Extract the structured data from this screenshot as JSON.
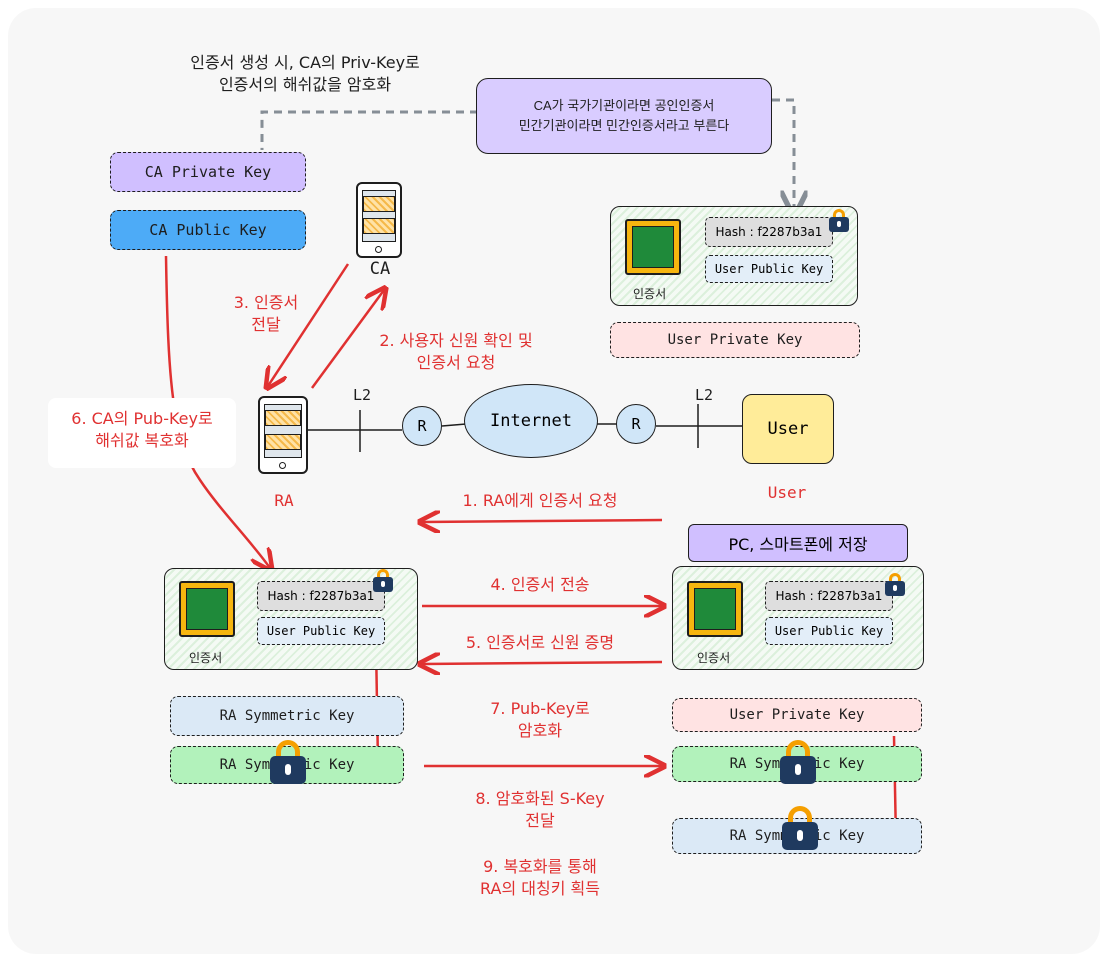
{
  "annotations": {
    "top_note": "인증서 생성 시, CA의 Priv-Key로\n인증서의 해쉬값을 암호화",
    "ca_note": "CA가 국가기관이라면 공인인증서\n민간기관이라면 민간인증서라고 부른다",
    "step3": "3. 인증서\n전달",
    "step2": "2. 사용자 신원 확인 및\n인증서 요청",
    "step6": "6. CA의 Pub-Key로\n해쉬값 복호화",
    "step1": "1. RA에게 인증서 요청",
    "step4": "4. 인증서 전송",
    "step5": "5. 인증서로 신원 증명",
    "step7": "7. Pub-Key로\n암호화",
    "step8": "8. 암호화된 S-Key\n전달",
    "step9": "9. 복호화를 통해\nRA의 대칭키 획득"
  },
  "keys": {
    "ca_private": "CA Private Key",
    "ca_public": "CA Public Key",
    "user_private_top": "User Private Key",
    "ra_symmetric": "RA Symmetric Key",
    "ra_symmetric_locked": "RA Symmetric Key",
    "user_private_bottom": "User Private Key",
    "user_symmetric_locked": "RA Symmetric Key",
    "user_symmetric_decrypted": "RA Symmetric Key"
  },
  "cert": {
    "hash": "Hash : f2287b3a1",
    "user_public_key": "User Public Key",
    "label": "인증서"
  },
  "network": {
    "ca_label": "CA",
    "ra_label": "RA",
    "user_box": "User",
    "user_label": "User",
    "internet": "Internet",
    "router_left": "R",
    "router_right": "R",
    "l2_left": "L2",
    "l2_right": "L2",
    "storage": "PC, 스마트폰에 저장"
  },
  "colors": {
    "arrow": "#e03131",
    "purple": "#d0bfff",
    "blue": "#4dabf7",
    "green_fill": "#b2f2bb",
    "red_fill": "#ffe3e3",
    "lightblue_fill": "#dbe9f6",
    "lock_body": "#1f3a5f",
    "lock_shackle": "#f59f00"
  }
}
